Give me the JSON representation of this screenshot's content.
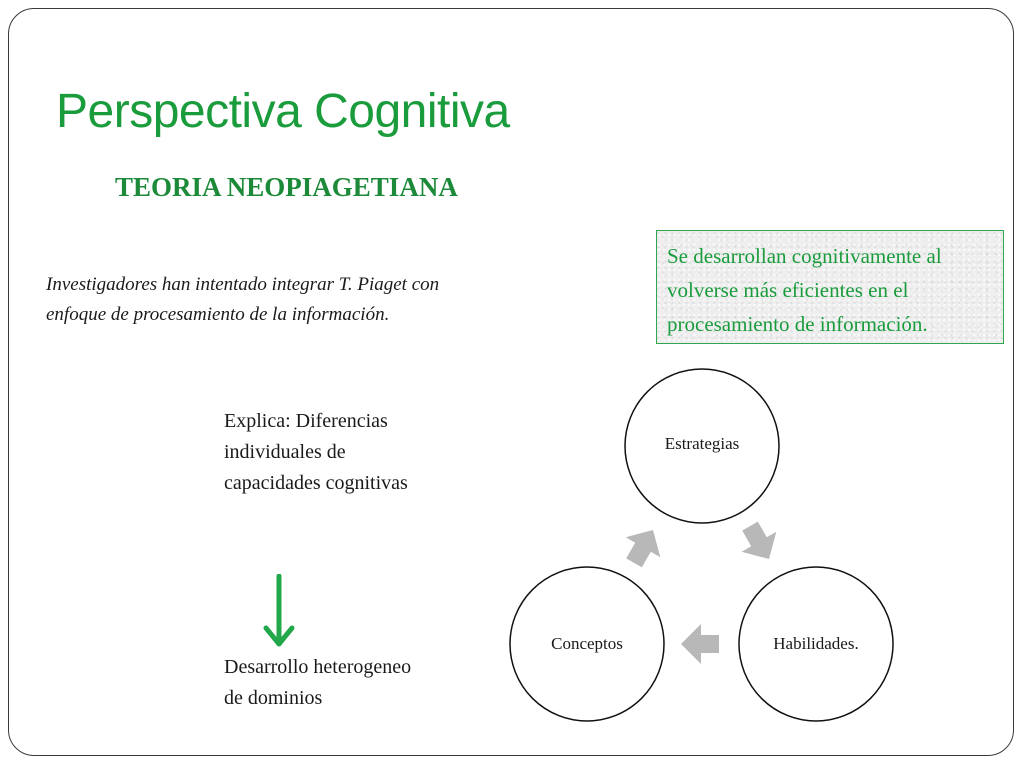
{
  "slide": {
    "title": "Perspectiva Cognitiva",
    "subtitle": "TEORIA NEOPIAGETIANA",
    "intro_text": "Investigadores han intentado integrar T. Piaget con enfoque de procesamiento de la información.",
    "note_box": "Se desarrollan cognitivamente al volverse más eficientes en el procesamiento de información.",
    "explains_text": "Explica: Diferencias individuales de capacidades cognitivas",
    "result_text": "Desarrollo heterogeneo de dominios"
  },
  "cycle": {
    "nodes": [
      {
        "label": "Estrategias"
      },
      {
        "label": "Habilidades."
      },
      {
        "label": "Conceptos"
      }
    ]
  },
  "colors": {
    "title_green": "#1a9c3c",
    "arrow_green": "#22a84a",
    "cycle_arrow_gray": "#b8b8b8",
    "frame": "#3a3a3a"
  }
}
